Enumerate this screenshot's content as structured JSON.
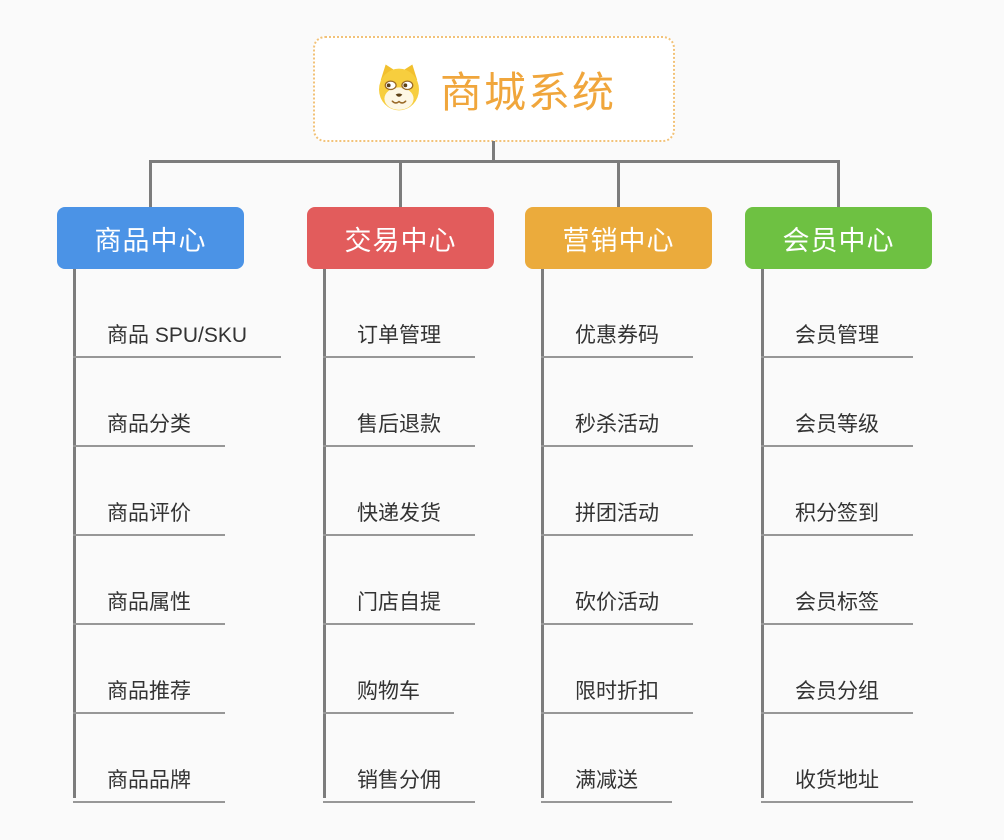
{
  "root": {
    "title": "商城系统",
    "icon": "dog-face-icon",
    "title_color": "#f0a63c",
    "border_color": "#f2c278"
  },
  "connector_color": "#7c7c7c",
  "branches": [
    {
      "label": "商品中心",
      "color": "#4b93e6",
      "children": [
        "商品 SPU/SKU",
        "商品分类",
        "商品评价",
        "商品属性",
        "商品推荐",
        "商品品牌"
      ]
    },
    {
      "label": "交易中心",
      "color": "#e25c5c",
      "children": [
        "订单管理",
        "售后退款",
        "快递发货",
        "门店自提",
        "购物车",
        "销售分佣"
      ]
    },
    {
      "label": "营销中心",
      "color": "#ebab3c",
      "children": [
        "优惠券码",
        "秒杀活动",
        "拼团活动",
        "砍价活动",
        "限时折扣",
        "满减送"
      ]
    },
    {
      "label": "会员中心",
      "color": "#6ec142",
      "children": [
        "会员管理",
        "会员等级",
        "积分签到",
        "会员标签",
        "会员分组",
        "收货地址"
      ]
    }
  ]
}
